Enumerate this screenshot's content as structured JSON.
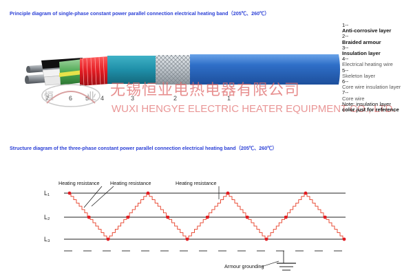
{
  "titles": {
    "single_phase": "Principle diagram of single-phase constant power parallel connection electrical heating band（205℃、260℃）",
    "three_phase": "Structure diagram of the three-phase constant power parallel connection electrical heating band（205℃、260℃）"
  },
  "legend": {
    "items": [
      {
        "num": "1--",
        "text": "Anti-corrosive layer"
      },
      {
        "num": "2--",
        "text": "Braided armour"
      },
      {
        "num": "3--",
        "text": "Insulation layer"
      },
      {
        "num": "4--",
        "text": "Electrical heating wire"
      },
      {
        "num": "5--",
        "text": "Skeleton layer"
      },
      {
        "num": "6--",
        "text": "Core wire insulation layer"
      },
      {
        "num": "7--",
        "text": "Core wire"
      }
    ],
    "note1": "Note: insulation layer",
    "note2": "color just for reference"
  },
  "cable_labels": [
    "7",
    "6",
    "5",
    "4",
    "3",
    "2",
    "1"
  ],
  "watermark": {
    "chinese": "无锡恒业电热电器有限公司",
    "english": "WUXI HENGYE ELECTRIC HEATER EQUIPMENT CO., LTD.",
    "logo_left": "恒",
    "logo_right": "业"
  },
  "diagram": {
    "lines": [
      "L₁",
      "L₂",
      "L₃"
    ],
    "heating_labels": [
      "Heating resistance",
      "Heating resistance",
      "Heating resistance"
    ],
    "ground_label": "Armour grounding"
  },
  "colors": {
    "title": "#2a3fd6",
    "outer_jacket": "#2f6fc8",
    "insulation": "#1f8fa8",
    "heating_wire": "#e11b22",
    "zigzag": "#e63a22"
  }
}
